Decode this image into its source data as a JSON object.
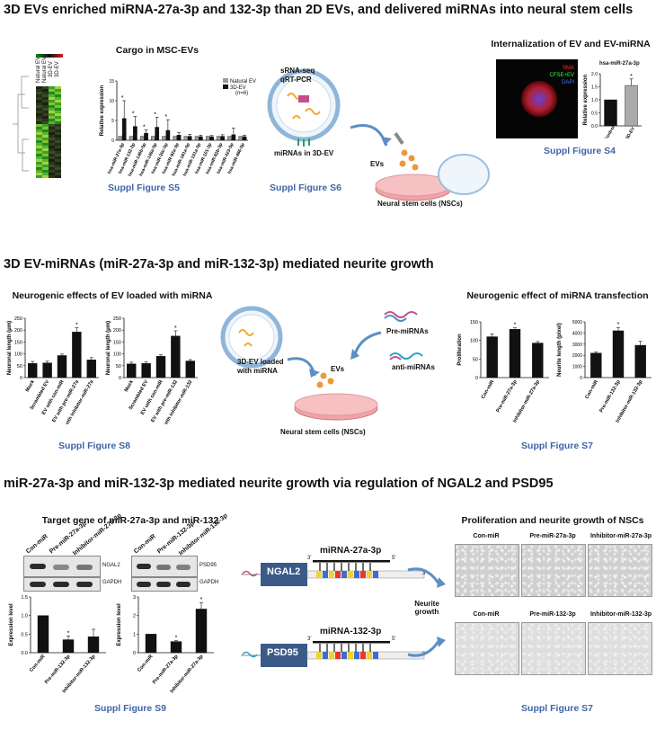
{
  "sections": {
    "s1_title": "3D EVs enriched miRNA-27a-3p and 132-3p than 2D EVs, and delivered miRNAs into neural stem cells",
    "s2_title": "3D EV-miRNAs (miR-27a-3p and miR-132-3p) mediated neurite growth",
    "s3_title": "miR-27a-3p and miR-132-3p mediated neurite growth via regulation of NGAL2 and PSD95"
  },
  "panel_s5": {
    "title": "Cargo in MSC-EVs",
    "caption": "Suppl Figure S5",
    "heatmap_cols": [
      "Natural EV",
      "Natural EV",
      "3D-EV",
      "3D-EV"
    ],
    "legend_series_1": "Natural EV",
    "legend_series_2": "3D-EV",
    "legend_n": "(n=6)",
    "ylabel": "Relative expression",
    "yticks": [
      "0",
      "5",
      "10",
      "15"
    ],
    "categories": [
      "hsa-miR-27a-3p",
      "hsa-miR-132-3p",
      "hsa-miR-146b-5p",
      "hsa-miR-146a-5p",
      "hsa-miR-30c-5p",
      "hsa-miR-92a-3p",
      "hsa-miR-181a-5p",
      "hsa-miR-151a-3p",
      "hsa-miR-101-3p",
      "hsa-miR-92b-3p",
      "hsa-miR-423-5p",
      "hsa-miR-486-5p"
    ]
  },
  "panel_s6": {
    "method_1": "sRNA-seq",
    "method_2": "qRT-PCR",
    "ev_label": "miRNAs in 3D-EV",
    "evs": "EVs",
    "nsc": "Neural stem cells (NSCs)",
    "caption": "Suppl Figure S6"
  },
  "panel_s4": {
    "title": "Internalization of EV and EV-miRNA",
    "legend_sma": "SMA",
    "legend_cfse": "CFSE+EV",
    "legend_dapi": "DAPI",
    "chart_title": "hsa-miR-27a-3p",
    "ylabel": "Relative expression",
    "yticks": [
      "0.0",
      "0.5",
      "1.0",
      "1.5",
      "2.0"
    ],
    "categories": [
      "Control",
      "3D-EV"
    ],
    "star": "*",
    "caption": "Suppl Figure S4"
  },
  "panel_s8": {
    "title": "Neurogenic effects of EV loaded with miRNA",
    "ylabel": "Neuronal length (μm)",
    "yticks": [
      "0",
      "50",
      "100",
      "150",
      "200",
      "250"
    ],
    "cats_left": [
      "Mock",
      "Scrambled EV",
      "EV with con-miR",
      "EV with pre-miR-27a",
      "EV with inhibitor-miR-27a"
    ],
    "cats_right": [
      "Mock",
      "Scrambled EV",
      "EV with con-miR",
      "EV with pre-miR-132",
      "EV with inhibitor-miR-132"
    ],
    "ev_loaded_1": "3D-EV loaded",
    "ev_loaded_2": "with miRNA",
    "evs": "EVs",
    "nsc": "Neural stem cells (NSCs)",
    "pre": "Pre-miRNAs",
    "anti": "anti-miRNAs",
    "caption": "Suppl Figure S8"
  },
  "panel_s7a": {
    "title": "Neurogenic effect of miRNA transfection",
    "ylabel_left": "Proliferation",
    "yticks_left": [
      "0",
      "50",
      "100",
      "150"
    ],
    "cats_left": [
      "Con-miR",
      "Pre-miR-27a-3p",
      "Inhibitor-miR-27a-3p"
    ],
    "ylabel_right": "Neurite length (pixel)",
    "yticks_right": [
      "0",
      "1000",
      "2000",
      "3000",
      "4000",
      "5000"
    ],
    "cats_right": [
      "Con-miR",
      "Pre-miR-132-3p",
      "Inhibitor-miR-132-3p"
    ],
    "caption": "Suppl Figure S7"
  },
  "panel_s9": {
    "title": "Target gene of miR-27a-3p and miR-132",
    "blot_left_cols": [
      "Con-miR",
      "Pre-miR-27a-3p",
      "Inhibitor-miR-27a-3p"
    ],
    "blot_right_cols": [
      "Con-miR",
      "Pre-miR-132-3p",
      "Inhibitor-miR-132-3p"
    ],
    "ngal2": "NGAL2",
    "psd95": "PSD95",
    "gapdh": "GAPDH",
    "ylabel": "Expression level",
    "yticks_left": [
      "0.0",
      "0.5",
      "1.0",
      "1.5"
    ],
    "yticks_right": [
      "0",
      "1",
      "2",
      "3"
    ],
    "cats_left": [
      "Con-miR",
      "Pre-miR-132-3p",
      "Inhibitor-miR-132-3p"
    ],
    "cats_right": [
      "Con-miR",
      "Pre-miR-27a-3p",
      "Inhibitor-miR-27a-3p"
    ],
    "caption": "Suppl Figure S9"
  },
  "panel_mech": {
    "gene_1": "NGAL2",
    "gene_2": "PSD95",
    "mirna_1": "miRNA-27a-3p",
    "mirna_2": "miRNA-132-3p",
    "prime5": "5'",
    "prime3": "3'",
    "neurite_1": "Neurite",
    "neurite_2": "growth"
  },
  "panel_s7b": {
    "title": "Proliferation and neurite growth of NSCs",
    "row1": [
      "Con-miR",
      "Pre-miR-27a-3p",
      "Inhibitor-miR-27a-3p"
    ],
    "row2": [
      "Con-miR",
      "Pre-miR-132-3p",
      "Inhibitor-miR-132-3p"
    ],
    "caption": "Suppl Figure S7"
  },
  "chart_data": [
    {
      "type": "bar",
      "title": "Cargo in MSC-EVs",
      "ylabel": "Relative expression",
      "ylim": [
        0,
        15
      ],
      "categories": [
        "hsa-miR-27a-3p",
        "hsa-miR-132-3p",
        "hsa-miR-146b-5p",
        "hsa-miR-146a-5p",
        "hsa-miR-30c-5p",
        "hsa-miR-92a-3p",
        "hsa-miR-181a-5p",
        "hsa-miR-151a-3p",
        "hsa-miR-101-3p",
        "hsa-miR-92b-3p",
        "hsa-miR-423-5p",
        "hsa-miR-486-5p"
      ],
      "series": [
        {
          "name": "Natural EV",
          "values": [
            1,
            1,
            1,
            1,
            1,
            1,
            1,
            1,
            1,
            1,
            1,
            1
          ],
          "err": [
            0,
            0,
            0,
            0,
            0,
            0,
            0,
            0,
            0,
            0,
            0,
            0
          ]
        },
        {
          "name": "3D-EV",
          "values": [
            5.5,
            3.5,
            1.8,
            3.3,
            2.5,
            1.3,
            1.0,
            0.9,
            0.9,
            1.0,
            1.4,
            0.9
          ],
          "err": [
            4.5,
            2.5,
            0.8,
            2.5,
            2.7,
            0.7,
            0.5,
            0.4,
            0.3,
            0.4,
            1.7,
            0.4
          ]
        }
      ]
    },
    {
      "type": "bar",
      "title": "hsa-miR-27a-3p",
      "ylabel": "Relative expression",
      "ylim": [
        0,
        2.0
      ],
      "categories": [
        "Control",
        "3D-EV"
      ],
      "values": [
        1.0,
        1.55
      ],
      "err": [
        0,
        0.25
      ]
    },
    {
      "type": "bar",
      "ylabel": "Neuronal length (μm)",
      "ylim": [
        0,
        250
      ],
      "categories": [
        "Mock",
        "Scrambled EV",
        "EV with con-miR",
        "EV with pre-miR-27a",
        "EV with inhibitor-miR-27a"
      ],
      "values": [
        60,
        62,
        93,
        192,
        75
      ],
      "err": [
        8,
        7,
        6,
        18,
        9
      ]
    },
    {
      "type": "bar",
      "ylabel": "Neuronal length (μm)",
      "ylim": [
        0,
        250
      ],
      "categories": [
        "Mock",
        "Scrambled EV",
        "EV with con-miR",
        "EV with pre-miR-132",
        "EV with inhibitor-miR-132"
      ],
      "values": [
        58,
        60,
        90,
        175,
        70
      ],
      "err": [
        7,
        6,
        6,
        22,
        6
      ]
    },
    {
      "type": "bar",
      "ylabel": "Proliferation",
      "ylim": [
        0,
        150
      ],
      "categories": [
        "Con-miR",
        "Pre-miR-27a-3p",
        "Inhibitor-miR-27a-3p"
      ],
      "values": [
        110,
        130,
        93
      ],
      "err": [
        8,
        4,
        4
      ]
    },
    {
      "type": "bar",
      "ylabel": "Neurite length (pixel)",
      "ylim": [
        0,
        5000
      ],
      "categories": [
        "Con-miR",
        "Pre-miR-132-3p",
        "Inhibitor-miR-132-3p"
      ],
      "values": [
        2200,
        4200,
        2900
      ],
      "err": [
        100,
        300,
        350
      ]
    },
    {
      "type": "bar",
      "ylabel": "Expression level",
      "ylim": [
        0,
        1.5
      ],
      "categories": [
        "Con-miR",
        "Pre-miR-132-3p",
        "Inhibitor-miR-132-3p"
      ],
      "values": [
        1.0,
        0.35,
        0.43
      ],
      "err": [
        0,
        0.1,
        0.2
      ]
    },
    {
      "type": "bar",
      "ylabel": "Expression level",
      "ylim": [
        0,
        3
      ],
      "categories": [
        "Con-miR",
        "Pre-miR-27a-3p",
        "Inhibitor-miR-27a-3p"
      ],
      "values": [
        1.0,
        0.6,
        2.35
      ],
      "err": [
        0,
        0.05,
        0.35
      ]
    }
  ],
  "colors": {
    "accent_blue": "#3f63a8",
    "bar_black": "#111111",
    "bar_gray": "#9a9a9a",
    "arrow_blue": "#5d8fc4",
    "dish_pink": "#f2a3a7"
  }
}
